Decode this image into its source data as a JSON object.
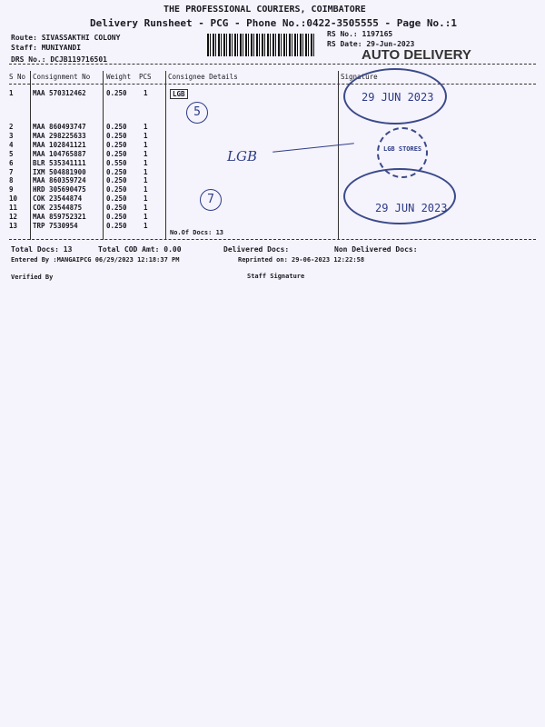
{
  "header": {
    "company": "THE PROFESSIONAL COURIERS, COIMBATORE",
    "subtitle": "Delivery Runsheet - PCG - Phone No.:0422-3505555 - Page No.:1",
    "route": "Route: SIVASSAKTHI COLONY",
    "staff": "Staff: MUNIYANDI",
    "drs": "DRS No.: DCJB119716501",
    "rs_no": "RS No.: 1197165",
    "rs_date": "RS Date: 29-Jun-2023",
    "auto_delivery": "AUTO DELIVERY"
  },
  "table": {
    "columns": [
      "S No",
      "Consignment No",
      "Weight",
      "PCS",
      "Consignee Details",
      "Signature"
    ],
    "rows": [
      {
        "sno": "1",
        "cn": "MAA 570312462",
        "wt": "0.250",
        "pcs": "1",
        "consignee": "LGB"
      },
      {
        "sno": "2",
        "cn": "MAA 860493747",
        "wt": "0.250",
        "pcs": "1"
      },
      {
        "sno": "3",
        "cn": "MAA 298225633",
        "wt": "0.250",
        "pcs": "1"
      },
      {
        "sno": "4",
        "cn": "MAA 102841121",
        "wt": "0.250",
        "pcs": "1"
      },
      {
        "sno": "5",
        "cn": "MAA 104765887",
        "wt": "0.250",
        "pcs": "1"
      },
      {
        "sno": "6",
        "cn": "BLR 535341111",
        "wt": "0.550",
        "pcs": "1"
      },
      {
        "sno": "7",
        "cn": "IXM 504881900",
        "wt": "0.250",
        "pcs": "1"
      },
      {
        "sno": "8",
        "cn": "MAA 860359724",
        "wt": "0.250",
        "pcs": "1"
      },
      {
        "sno": "9",
        "cn": "HRD 305690475",
        "wt": "0.250",
        "pcs": "1"
      },
      {
        "sno": "10",
        "cn": "COK 23544874",
        "wt": "0.250",
        "pcs": "1"
      },
      {
        "sno": "11",
        "cn": "COK 23544875",
        "wt": "0.250",
        "pcs": "1"
      },
      {
        "sno": "12",
        "cn": "MAA 859752321",
        "wt": "0.250",
        "pcs": "1"
      },
      {
        "sno": "13",
        "cn": "TRP 7530954",
        "wt": "0.250",
        "pcs": "1"
      }
    ],
    "no_of_docs": "No.Of Docs: 13"
  },
  "handwriting": {
    "circle1": "5",
    "circle2": "7",
    "note": "LGB"
  },
  "stamps": {
    "date1": "29 JUN 2023",
    "date2": "29 JUN 2023",
    "store": "LGB STORES"
  },
  "footer": {
    "total_docs": "Total Docs:  13",
    "total_cod": "Total COD Amt:    0.00",
    "delivered": "Delivered Docs:",
    "non_delivered": "Non Delivered Docs:",
    "entered_by": "Entered By :MANGAIPCG 06/29/2023 12:18:37 PM",
    "reprinted": "Reprinted on: 29-06-2023 12:22:58",
    "verified_by": "Verified By",
    "staff_signature": "Staff Signature"
  }
}
